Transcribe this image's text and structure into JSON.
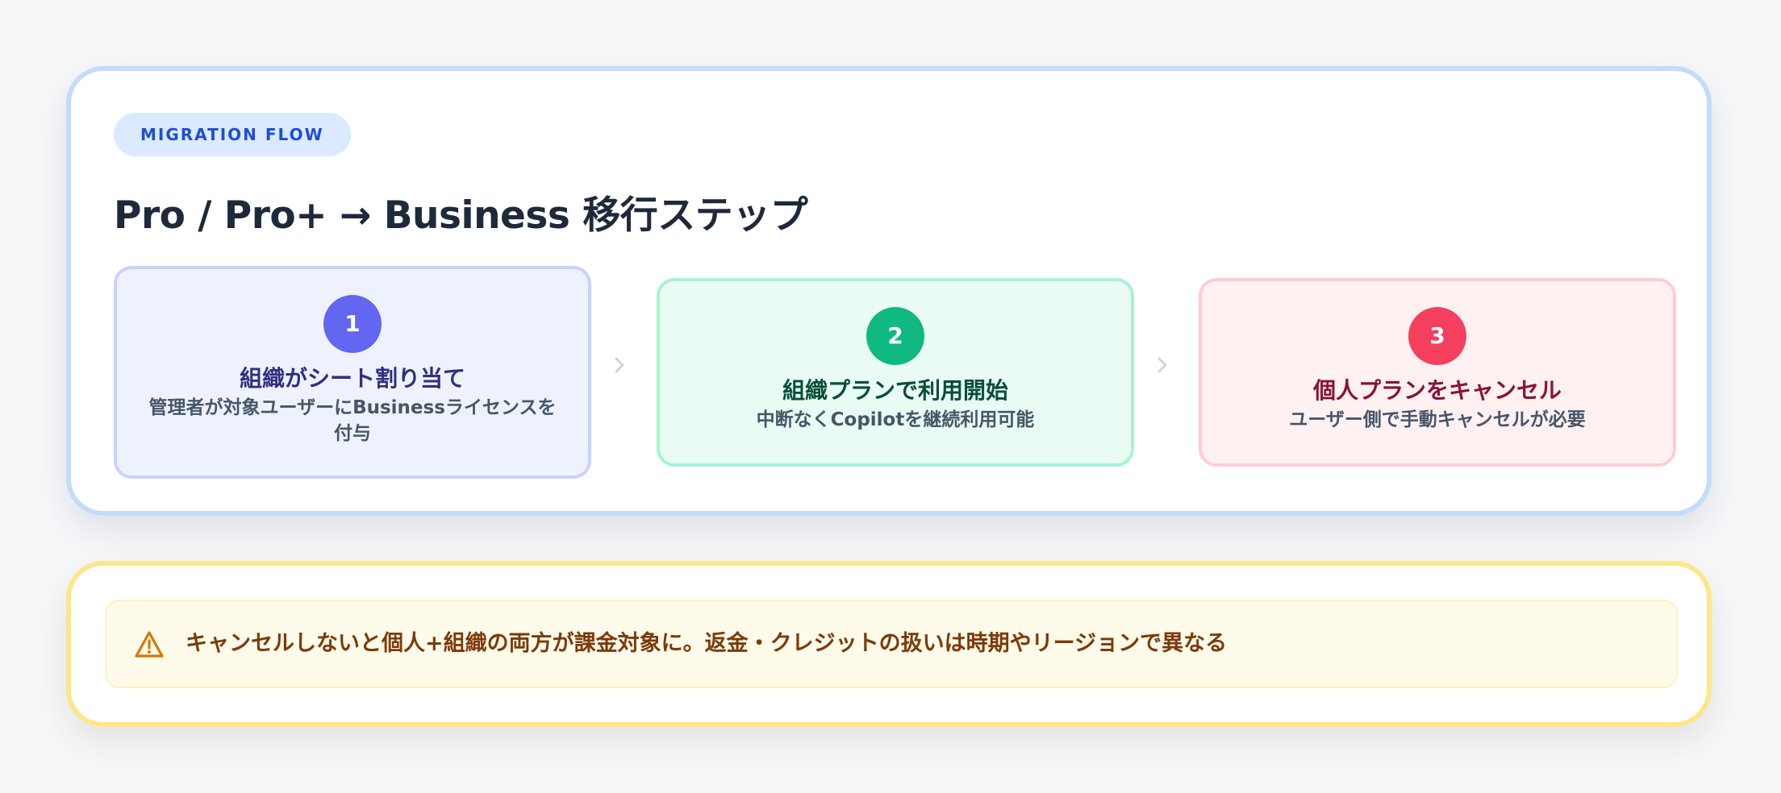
{
  "badge": "MIGRATION FLOW",
  "title": "Pro / Pro+ → Business 移行ステップ",
  "steps": [
    {
      "number": "1",
      "title": "組織がシート割り当て",
      "description": "管理者が対象ユーザーにBusinessライセンスを付与",
      "color": "#6366f1"
    },
    {
      "number": "2",
      "title": "組織プランで利用開始",
      "description": "中断なくCopilotを継続利用可能",
      "color": "#10b981"
    },
    {
      "number": "3",
      "title": "個人プランをキャンセル",
      "description": "ユーザー側で手動キャンセルが必要",
      "color": "#f43f5e"
    }
  ],
  "warning": {
    "icon": "warning-triangle-icon",
    "text": "キャンセルしないと個人+組織の両方が課金対象に。返金・クレジットの扱いは時期やリージョンで異なる",
    "color": "#7c3a0a"
  }
}
